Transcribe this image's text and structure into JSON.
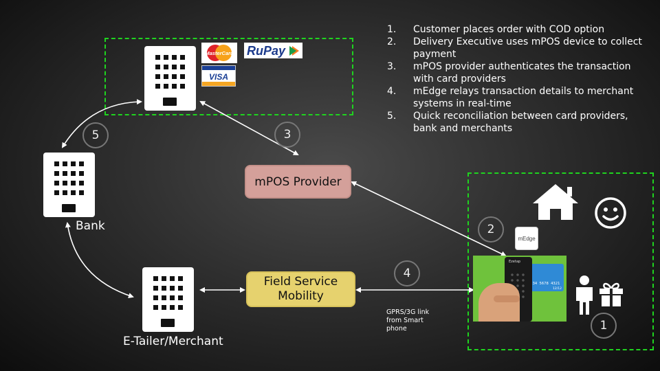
{
  "steps": [
    {
      "num": "1.",
      "text": "Customer places order with COD option"
    },
    {
      "num": "2.",
      "text": "Delivery Executive uses mPOS device to collect payment"
    },
    {
      "num": "3.",
      "text": "mPOS provider authenticates the transaction with card providers"
    },
    {
      "num": "4.",
      "text": "mEdge relays transaction details to merchant systems in real-time"
    },
    {
      "num": "5.",
      "text": "Quick reconciliation between card providers, bank and merchants"
    }
  ],
  "nodes": {
    "bank": "Bank",
    "merchant": "E-Tailer/Merchant",
    "mpos_provider": "mPOS Provider",
    "field_service": "Field Service Mobility"
  },
  "badges": {
    "b1": "1",
    "b2": "2",
    "b3": "3",
    "b4": "4",
    "b5": "5"
  },
  "logos": {
    "mastercard": "MasterCard",
    "rupay": "RuPay",
    "visa": "VISA",
    "medge": "mEdge"
  },
  "link_note": "GPRS/3G link from Smart phone",
  "device": {
    "brand": "Ezetap",
    "card_number": "1234 5678 4321",
    "card_expiry": "12/12"
  },
  "colors": {
    "zone_border": "#1fd41f",
    "mpos_box": "#d4a09a",
    "field_box": "#e6d26e"
  }
}
